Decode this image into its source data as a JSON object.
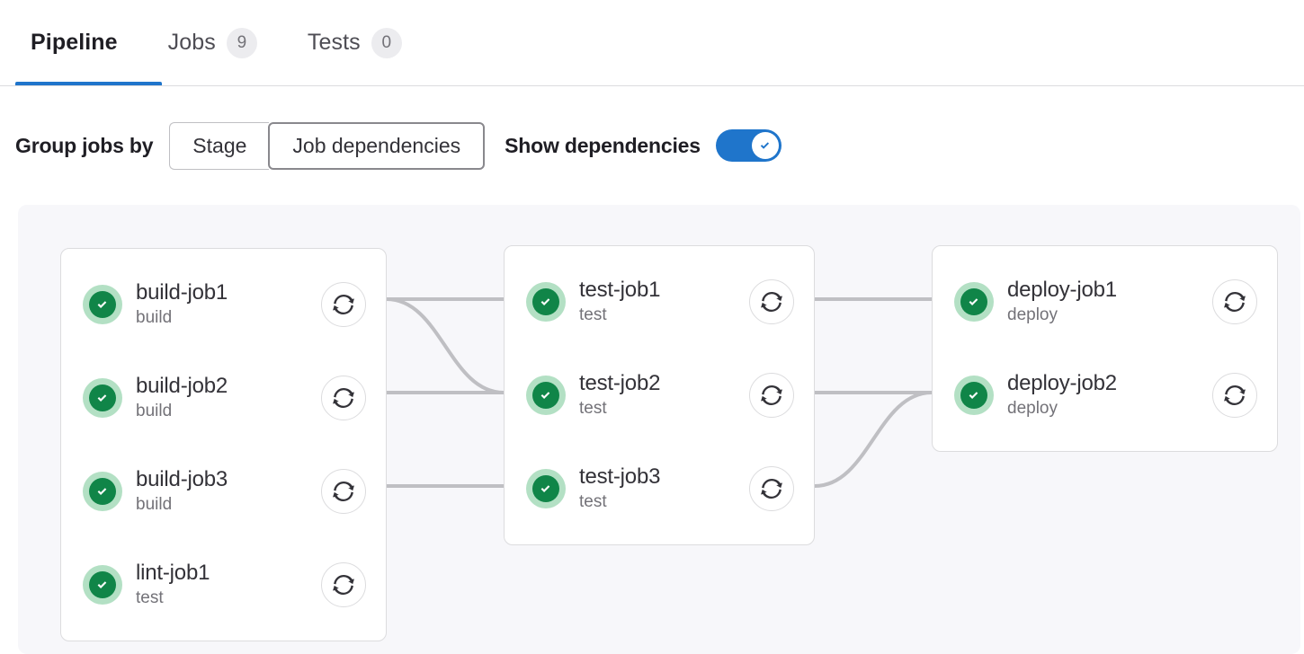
{
  "tabs": [
    {
      "label": "Pipeline",
      "badge": null,
      "active": true
    },
    {
      "label": "Jobs",
      "badge": "9",
      "active": false
    },
    {
      "label": "Tests",
      "badge": "0",
      "active": false
    }
  ],
  "controls": {
    "group_jobs_by_label": "Group jobs by",
    "segments": [
      {
        "label": "Stage",
        "selected": false
      },
      {
        "label": "Job dependencies",
        "selected": true
      }
    ],
    "show_dependencies_label": "Show dependencies",
    "show_dependencies_on": true,
    "toggle_icon": "check-icon"
  },
  "graph": {
    "status_icon": "status-success-icon",
    "retry_icon": "retry-icon",
    "columns": [
      {
        "name": "build-column",
        "jobs": [
          {
            "name": "build-job1",
            "stage": "build",
            "status": "success"
          },
          {
            "name": "build-job2",
            "stage": "build",
            "status": "success"
          },
          {
            "name": "build-job3",
            "stage": "build",
            "status": "success"
          },
          {
            "name": "lint-job1",
            "stage": "test",
            "status": "success"
          }
        ]
      },
      {
        "name": "test-column",
        "jobs": [
          {
            "name": "test-job1",
            "stage": "test",
            "status": "success"
          },
          {
            "name": "test-job2",
            "stage": "test",
            "status": "success"
          },
          {
            "name": "test-job3",
            "stage": "test",
            "status": "success"
          }
        ]
      },
      {
        "name": "deploy-column",
        "jobs": [
          {
            "name": "deploy-job1",
            "stage": "deploy",
            "status": "success"
          },
          {
            "name": "deploy-job2",
            "stage": "deploy",
            "status": "success"
          }
        ]
      }
    ],
    "links": [
      {
        "from": "build-job1",
        "to": "test-job1",
        "shape": "straight"
      },
      {
        "from": "build-job1",
        "to": "test-job2",
        "shape": "curve-down"
      },
      {
        "from": "build-job2",
        "to": "test-job2",
        "shape": "straight"
      },
      {
        "from": "build-job3",
        "to": "test-job3",
        "shape": "straight"
      },
      {
        "from": "test-job1",
        "to": "deploy-job1",
        "shape": "straight"
      },
      {
        "from": "test-job2",
        "to": "deploy-job2",
        "shape": "straight"
      },
      {
        "from": "test-job3",
        "to": "deploy-job2",
        "shape": "curve-up"
      }
    ]
  },
  "colors": {
    "accent": "#1f75cb",
    "success": "#108548",
    "success_halo": "#b3e0c4",
    "link": "#bfbfc3",
    "canvas": "#f7f7fa",
    "border": "#dcdcde"
  }
}
